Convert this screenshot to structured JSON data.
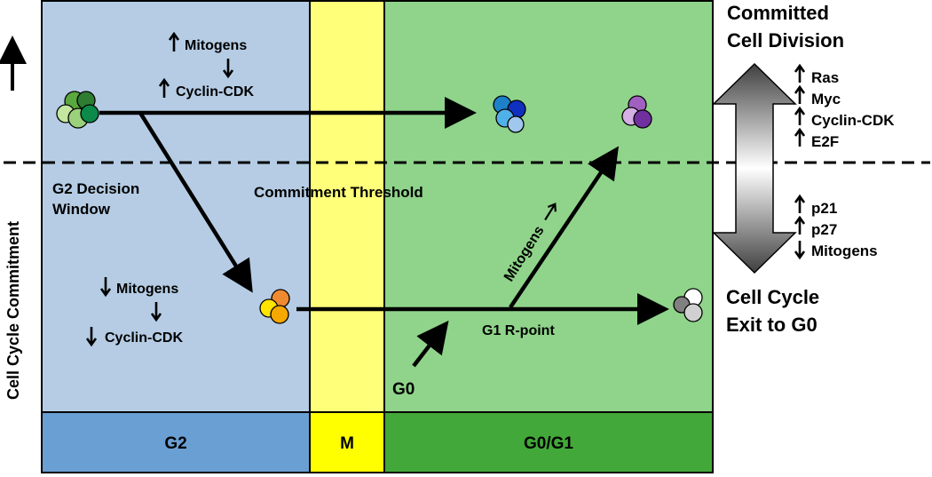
{
  "axis": {
    "ylabel": "Cell Cycle Commitment"
  },
  "phases": [
    {
      "label": "G2",
      "bg": "#b5cce4",
      "bar": "#6a9fd4"
    },
    {
      "label": "M",
      "bg": "#ffff7a",
      "bar": "#ffff00"
    },
    {
      "label": "G0/G1",
      "bg": "#8fd48a",
      "bar": "#43a83a"
    }
  ],
  "threshold_label": "Commitment Threshold",
  "g2_decision_label": [
    "G2 Decision",
    "Window"
  ],
  "upper_path": {
    "mitogens": "Mitogens",
    "cdk": "Cyclin-CDK",
    "mitogens_dir": "up",
    "cdk_dir": "up"
  },
  "lower_path": {
    "mitogens": "Mitogens",
    "cdk": "Cyclin-CDK",
    "mitogens_dir": "down",
    "cdk_dir": "down"
  },
  "g0_label": "G0",
  "r_point_label": "G1 R-point",
  "mitogens_diag_label": "Mitogens",
  "right_top": {
    "title": [
      "Committed",
      "Cell Division"
    ],
    "factors": [
      {
        "dir": "up",
        "label": "Ras"
      },
      {
        "dir": "up",
        "label": "Myc"
      },
      {
        "dir": "up",
        "label": "Cyclin-CDK"
      },
      {
        "dir": "up",
        "label": "E2F"
      }
    ]
  },
  "right_bottom": {
    "title": [
      "Cell Cycle",
      "Exit to G0"
    ],
    "factors": [
      {
        "dir": "up",
        "label": "p21"
      },
      {
        "dir": "up",
        "label": "p27"
      },
      {
        "dir": "down",
        "label": "Mitogens"
      }
    ]
  },
  "colors": {
    "green_cluster": [
      "#5ba83f",
      "#9bd17c",
      "#c3e6a0",
      "#0b8a4a"
    ],
    "blue_cluster": [
      "#1e80c8",
      "#1030c0",
      "#50b0e8",
      "#a0c8ee"
    ],
    "purple_cluster": [
      "#a060c0",
      "#d4b0e4",
      "#7030a0"
    ],
    "orange_cluster": [
      "#f08a30",
      "#ffe400",
      "#f5a800"
    ],
    "gray_cluster": [
      "#ffffff",
      "#808080",
      "#d0d0d0"
    ]
  }
}
